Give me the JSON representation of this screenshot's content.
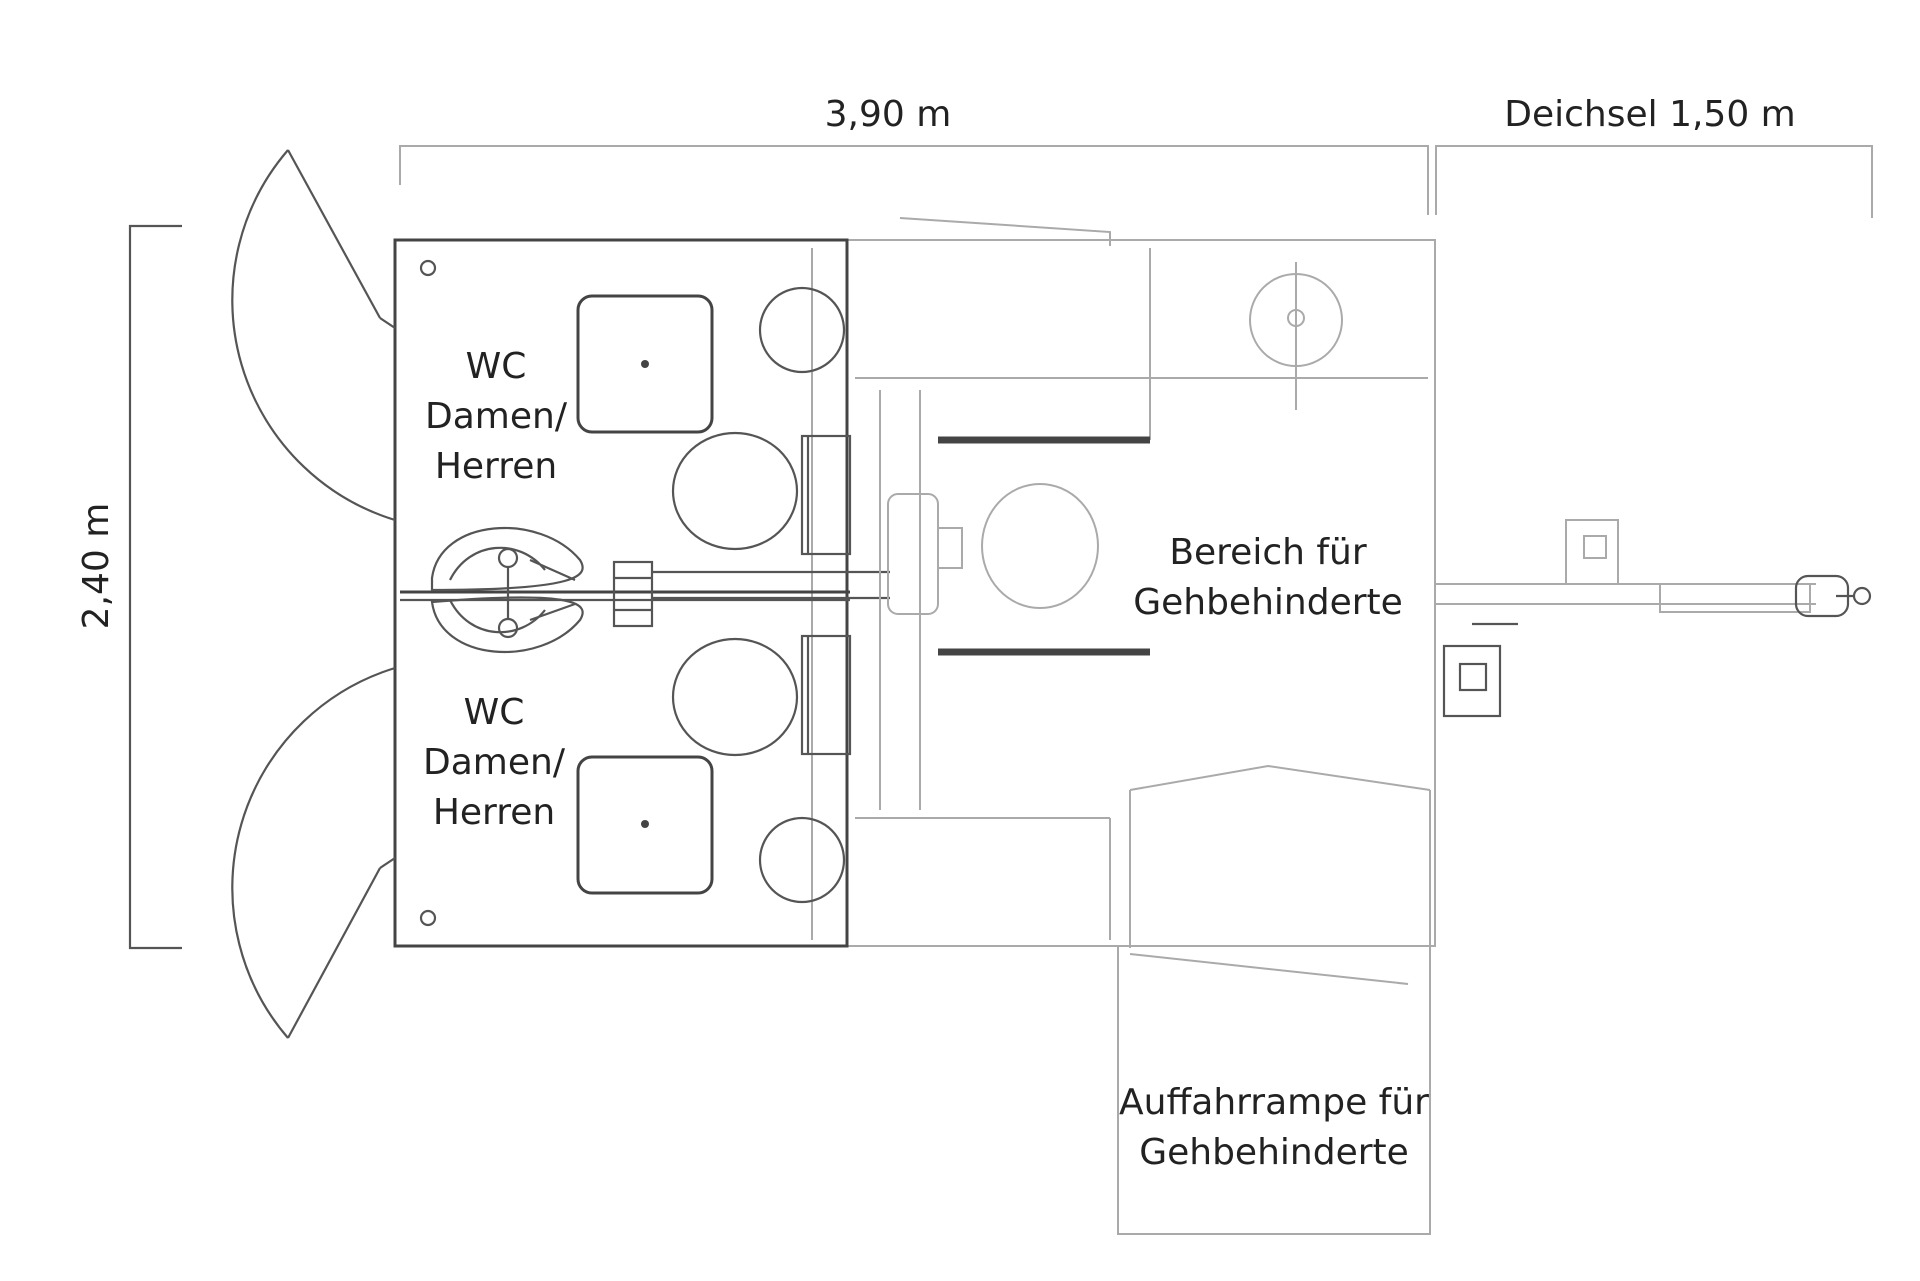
{
  "dimensions": {
    "length": "3,90 m",
    "drawbar": "Deichsel 1,50 m",
    "width": "2,40 m"
  },
  "rooms": {
    "wc_top": [
      "WC",
      "Damen/",
      "Herren"
    ],
    "wc_bottom": [
      "WC",
      "Damen/",
      "Herren"
    ],
    "accessible_area": [
      "Bereich für",
      "Gehbehinderte"
    ],
    "ramp": [
      "Auffahrrampe für",
      "Gehbehinderte"
    ]
  }
}
